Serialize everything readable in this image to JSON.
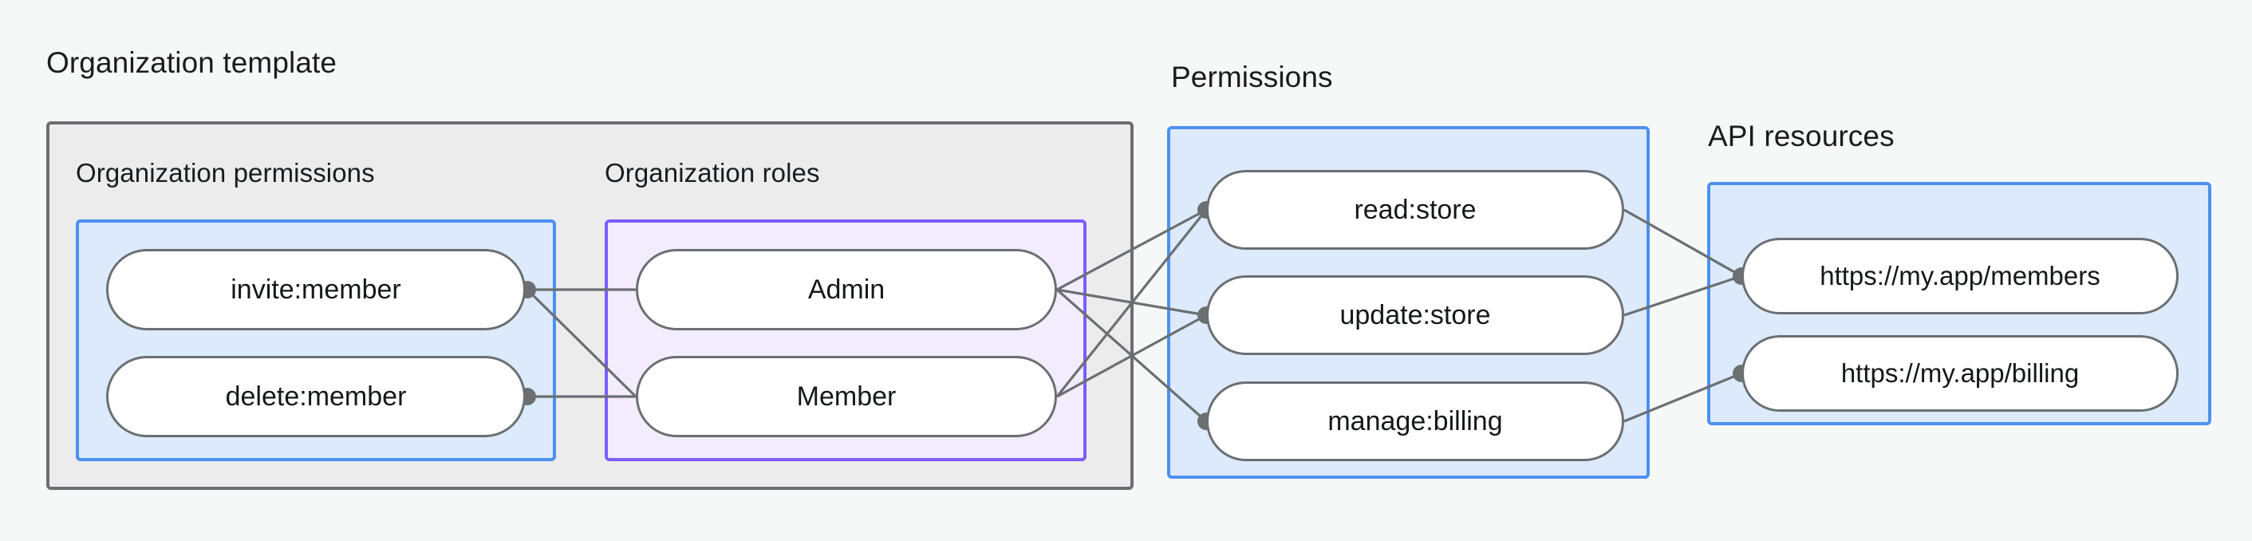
{
  "diagram": {
    "title_left": "Organization template",
    "background_color": "#f6f8f8",
    "node_border_color": "#6b6f72",
    "node_fill_color": "#ffffff",
    "edge_color": "#6b6f72"
  },
  "groups": {
    "organization_template": {
      "label": "Organization template",
      "fill": "#ececec",
      "border": "#6b6f72"
    },
    "organization_permissions": {
      "label": "Organization permissions",
      "fill": "#dceafb",
      "border": "#4d90f0",
      "nodes": [
        {
          "id": "invite-member",
          "label": "invite:member"
        },
        {
          "id": "delete-member",
          "label": "delete:member"
        }
      ]
    },
    "organization_roles": {
      "label": "Organization roles",
      "fill": "#f2ecfd",
      "border": "#7c5cfc",
      "nodes": [
        {
          "id": "admin",
          "label": "Admin"
        },
        {
          "id": "member",
          "label": "Member"
        }
      ]
    },
    "permissions": {
      "label": "Permissions",
      "fill": "#dceafb",
      "border": "#4d90f0",
      "nodes": [
        {
          "id": "read-store",
          "label": "read:store"
        },
        {
          "id": "update-store",
          "label": "update:store"
        },
        {
          "id": "manage-billing",
          "label": "manage:billing"
        }
      ]
    },
    "api_resources": {
      "label": "API resources",
      "fill": "#dceafb",
      "border": "#4d90f0",
      "nodes": [
        {
          "id": "members-url",
          "label": "https://my.app/members"
        },
        {
          "id": "billing-url",
          "label": "https://my.app/billing"
        }
      ]
    }
  },
  "connections": [
    {
      "from": "invite-member",
      "to": "admin"
    },
    {
      "from": "invite-member",
      "to": "member"
    },
    {
      "from": "delete-member",
      "to": "member"
    },
    {
      "from": "admin",
      "to": "read-store"
    },
    {
      "from": "admin",
      "to": "update-store"
    },
    {
      "from": "admin",
      "to": "manage-billing"
    },
    {
      "from": "member",
      "to": "read-store"
    },
    {
      "from": "member",
      "to": "update-store"
    },
    {
      "from": "read-store",
      "to": "members-url"
    },
    {
      "from": "update-store",
      "to": "members-url"
    },
    {
      "from": "manage-billing",
      "to": "billing-url"
    }
  ]
}
